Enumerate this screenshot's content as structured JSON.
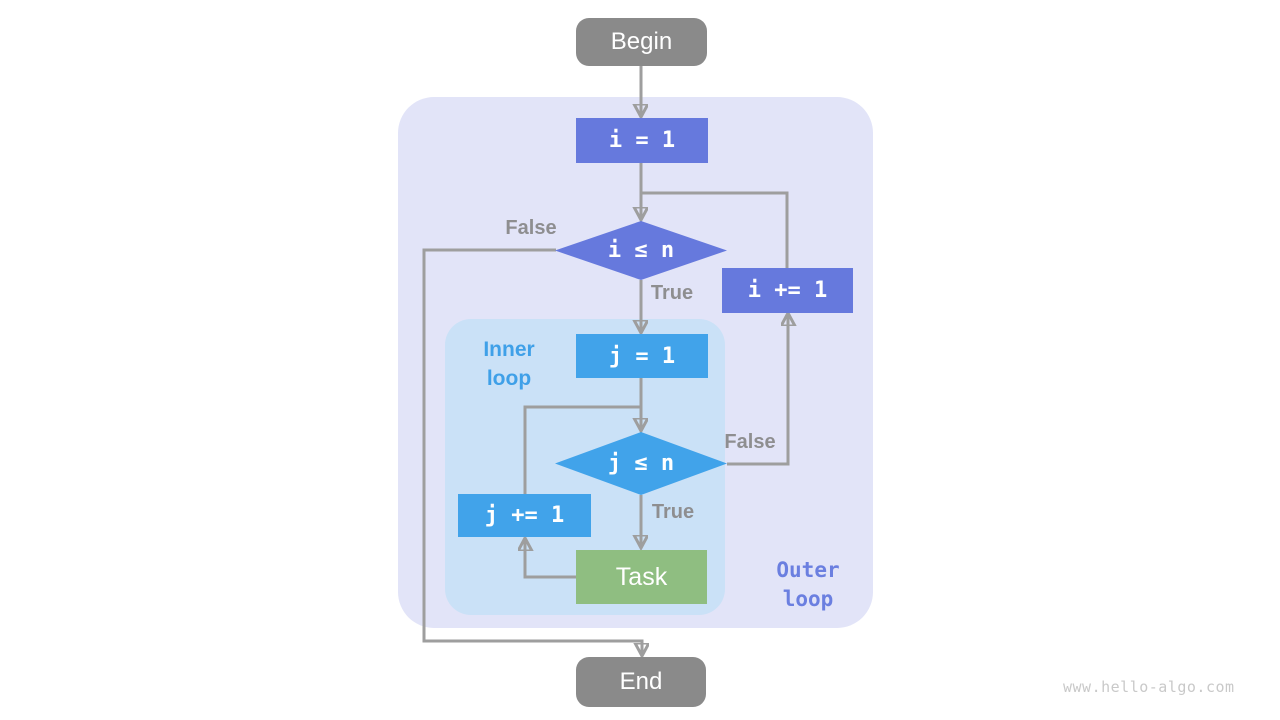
{
  "colors": {
    "page_bg": "#ffffff",
    "outer_region_bg": "#e2e4f8",
    "inner_region_bg": "#cae1f7",
    "purple_node": "#6679dd",
    "blue_node": "#41a3ea",
    "green_node": "#8fbe81",
    "gray_node": "#8a8a8a",
    "line": "#9e9e9e",
    "edge_label": "#8e8e90",
    "inner_label": "#3fa0e8",
    "outer_label": "#6b7fe0",
    "watermark": "#c9c9c9",
    "node_text": "#ffffff"
  },
  "diagram": {
    "nodes": {
      "begin": {
        "label": "Begin"
      },
      "i_init": {
        "label": "i = 1"
      },
      "i_cond": {
        "label": "i ≤ n"
      },
      "i_incr": {
        "label": "i += 1"
      },
      "j_init": {
        "label": "j = 1"
      },
      "j_cond": {
        "label": "j ≤ n"
      },
      "j_incr": {
        "label": "j += 1"
      },
      "task": {
        "label": "Task"
      },
      "end": {
        "label": "End"
      }
    },
    "edge_labels": {
      "outer_false": "False",
      "outer_true": "True",
      "inner_false": "False",
      "inner_true": "True"
    },
    "regions": {
      "inner": {
        "line1": "Inner",
        "line2": "loop"
      },
      "outer": {
        "line1": "Outer",
        "line2": "loop"
      }
    },
    "watermark": "www.hello-algo.com"
  }
}
